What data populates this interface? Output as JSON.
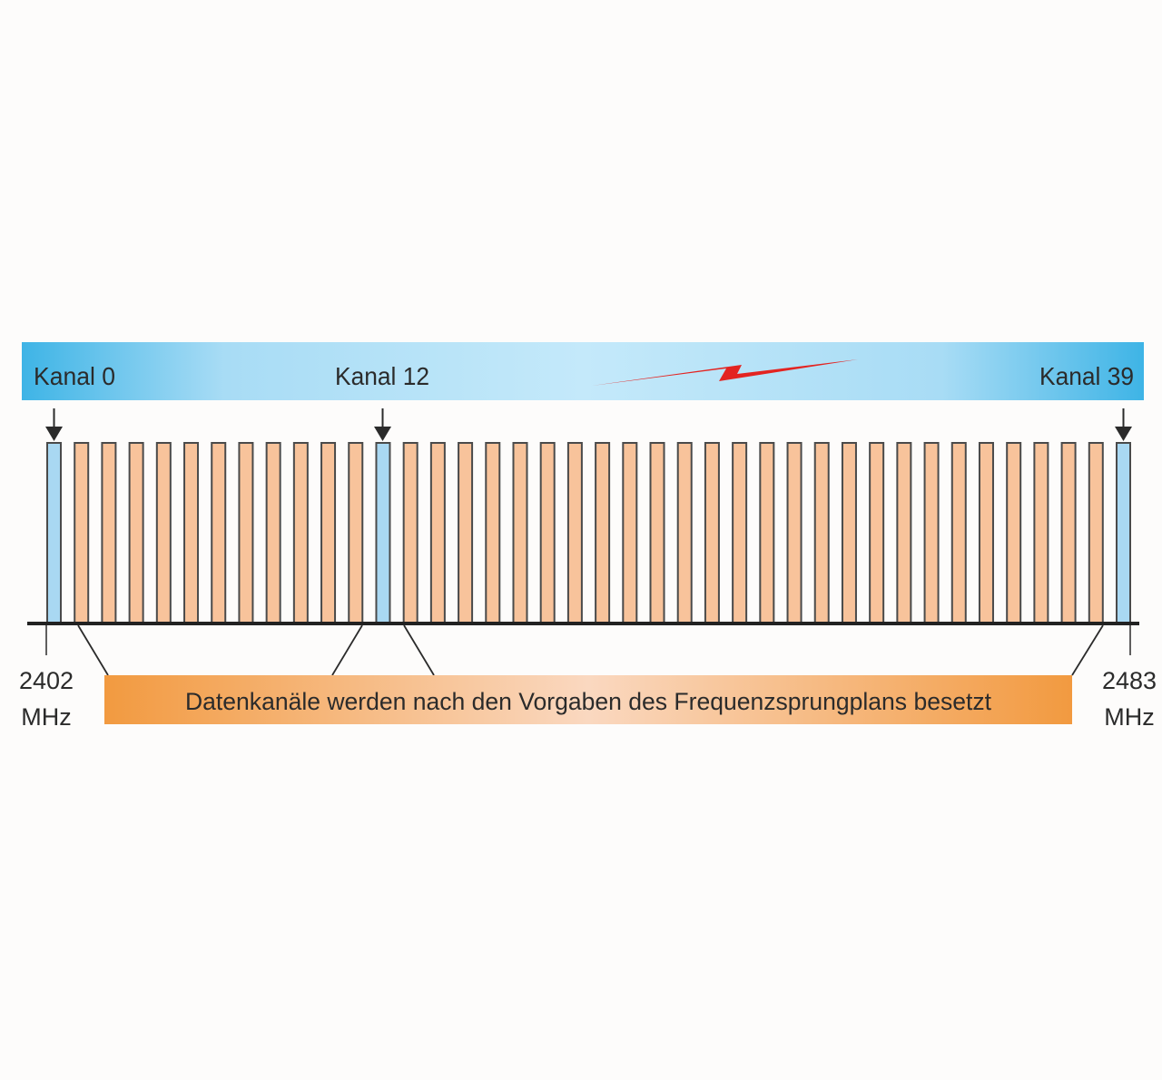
{
  "header": {
    "labels": [
      "Kanal 0",
      "Kanal 12",
      "Kanal 39"
    ]
  },
  "channels": {
    "count": 40,
    "advertising_indices": [
      0,
      12,
      39
    ]
  },
  "frequency": {
    "start_value": "2402",
    "end_value": "2483",
    "unit": "MHz"
  },
  "data_box": {
    "text": "Datenkanäle werden nach den Vorgaben des Frequenzsprungplans besetzt"
  },
  "colors": {
    "header_blue": "#3eb4e6",
    "header_light": "#bfe7f9",
    "advertising_fill": "#a9d8f2",
    "data_fill": "#f8c39b",
    "channel_stroke": "#4a4a4a",
    "data_box_orange": "#f29a40",
    "data_box_light": "#fad8c0",
    "lightning_red": "#e32421",
    "axis": "#222222",
    "text": "#2b2b2b"
  },
  "icons": {
    "arrow": "down-arrow-icon",
    "signal": "lightning-icon"
  }
}
